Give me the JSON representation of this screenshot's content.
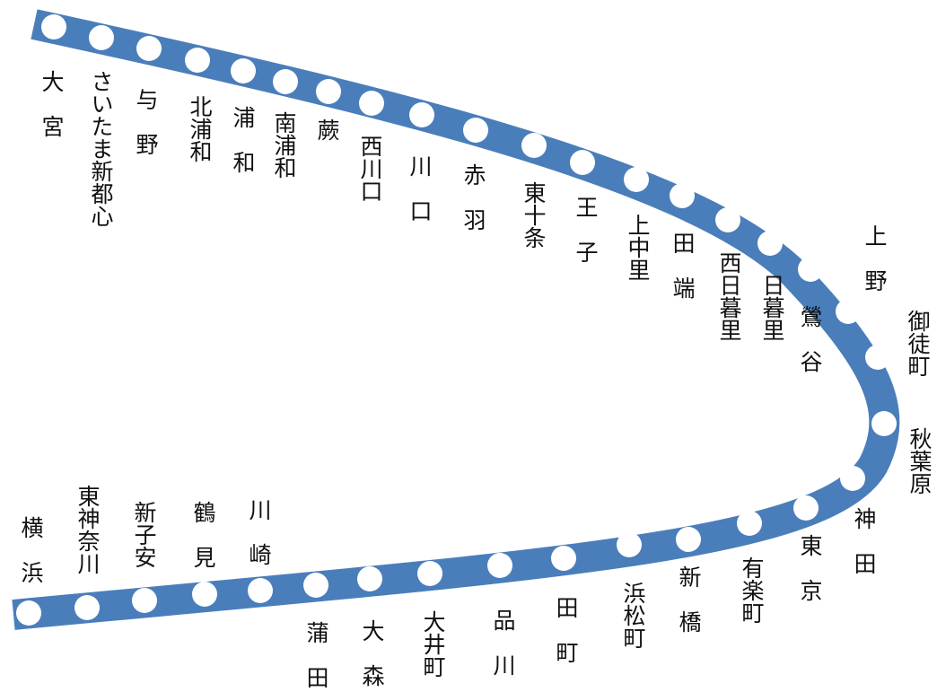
{
  "line": {
    "color": "#4a7ebb",
    "station_dot_color": "#ffffff"
  },
  "stations": [
    {
      "id": "omiya",
      "label": "大　宮"
    },
    {
      "id": "saitama-shintoshin",
      "label": "さいたま新都心"
    },
    {
      "id": "yono",
      "label": "与　野"
    },
    {
      "id": "kita-urawa",
      "label": "北浦和"
    },
    {
      "id": "urawa",
      "label": "浦　和"
    },
    {
      "id": "minami-urawa",
      "label": "南浦和"
    },
    {
      "id": "warabi",
      "label": "蕨"
    },
    {
      "id": "nishi-kawaguchi",
      "label": "西川口"
    },
    {
      "id": "kawaguchi",
      "label": "川　口"
    },
    {
      "id": "akabane",
      "label": "赤　羽"
    },
    {
      "id": "higashi-jujo",
      "label": "東十条"
    },
    {
      "id": "oji",
      "label": "王　子"
    },
    {
      "id": "kami-nakazato",
      "label": "上中里"
    },
    {
      "id": "tabata",
      "label": "田　端"
    },
    {
      "id": "nishi-nippori",
      "label": "西日暮里"
    },
    {
      "id": "nippori",
      "label": "日暮里"
    },
    {
      "id": "uguisudani",
      "label": "鶯　谷"
    },
    {
      "id": "ueno",
      "label": "上　野"
    },
    {
      "id": "okachimachi",
      "label": "御徒町"
    },
    {
      "id": "akihabara",
      "label": "秋葉原"
    },
    {
      "id": "kanda",
      "label": "神　田"
    },
    {
      "id": "tokyo",
      "label": "東　京"
    },
    {
      "id": "yurakucho",
      "label": "有楽町"
    },
    {
      "id": "shimbashi",
      "label": "新　橋"
    },
    {
      "id": "hamamatsucho",
      "label": "浜松町"
    },
    {
      "id": "tamachi",
      "label": "田　町"
    },
    {
      "id": "shinagawa",
      "label": "品　川"
    },
    {
      "id": "oimachi",
      "label": "大井町"
    },
    {
      "id": "omori",
      "label": "大　森"
    },
    {
      "id": "kamata",
      "label": "蒲　田"
    },
    {
      "id": "kawasaki",
      "label": "川　崎"
    },
    {
      "id": "tsurumi",
      "label": "鶴　見"
    },
    {
      "id": "shin-koyasu",
      "label": "新子安"
    },
    {
      "id": "higashi-kanagawa",
      "label": "東神奈川"
    },
    {
      "id": "yokohama",
      "label": "横　浜"
    }
  ]
}
